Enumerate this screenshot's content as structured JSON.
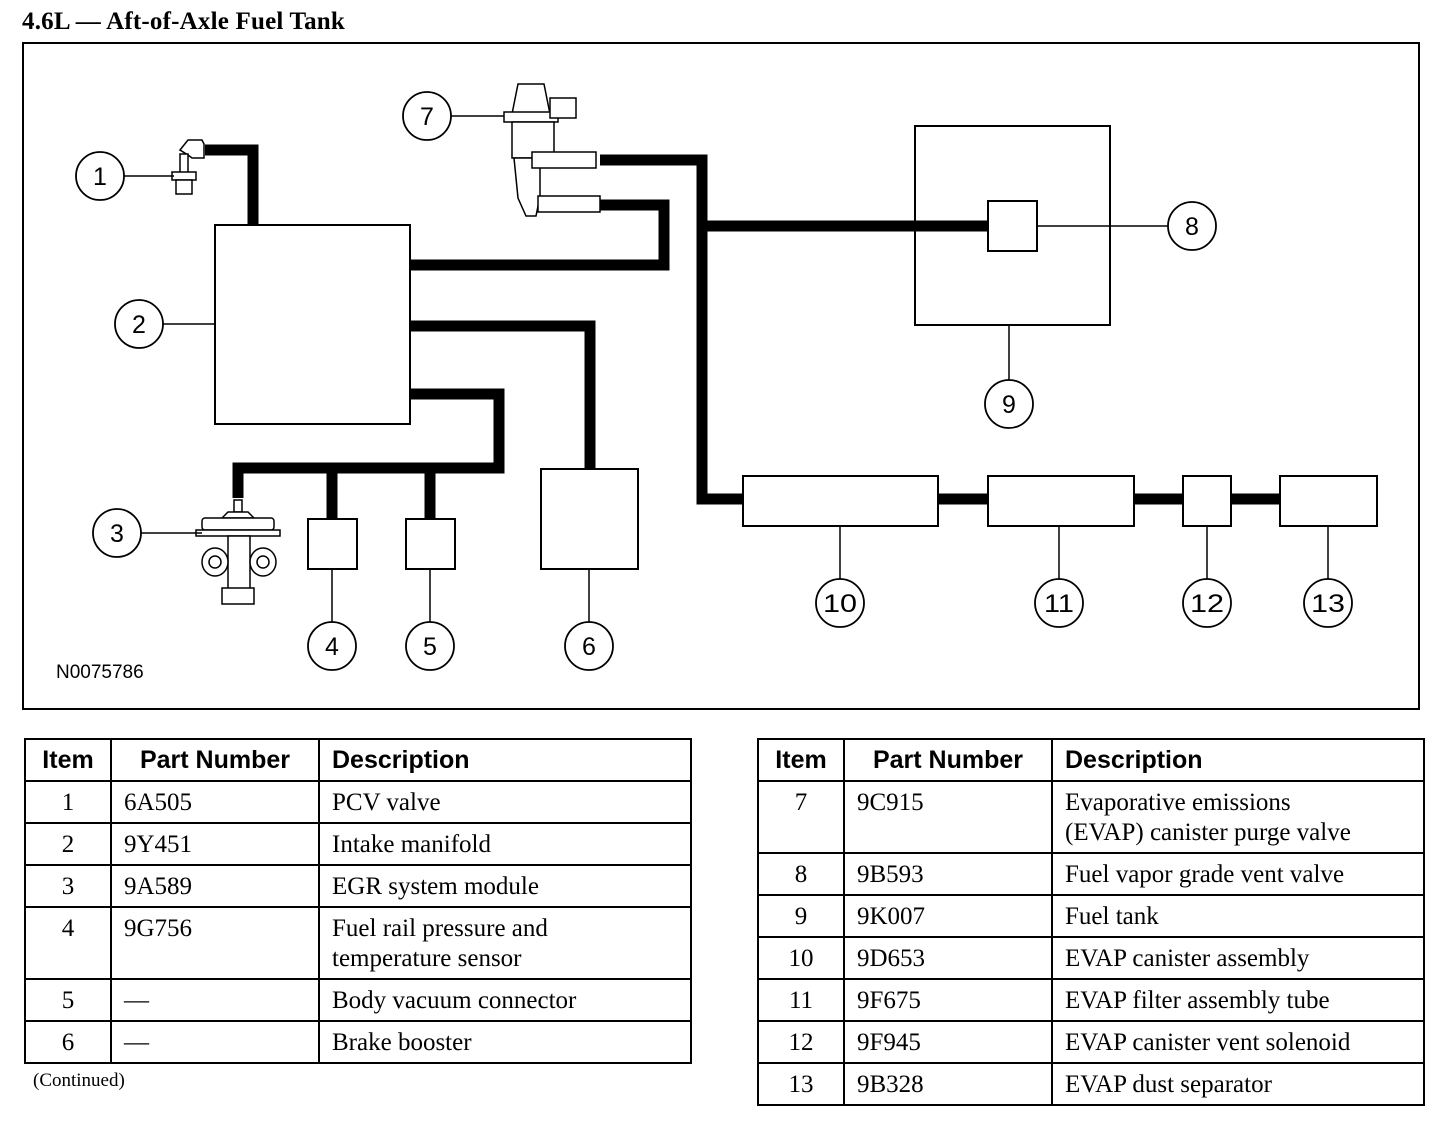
{
  "title": "4.6L — Aft-of-Axle Fuel Tank",
  "diagram": {
    "figure_id": "N0075786",
    "callouts": [
      "1",
      "2",
      "3",
      "4",
      "5",
      "6",
      "7",
      "8",
      "9",
      "10",
      "11",
      "12",
      "13"
    ]
  },
  "tables": {
    "headers": {
      "item": "Item",
      "part_number": "Part Number",
      "description": "Description"
    },
    "left": [
      {
        "item": "1",
        "part_number": "6A505",
        "description": [
          "PCV valve"
        ]
      },
      {
        "item": "2",
        "part_number": "9Y451",
        "description": [
          "Intake manifold"
        ]
      },
      {
        "item": "3",
        "part_number": "9A589",
        "description": [
          "EGR system module"
        ]
      },
      {
        "item": "4",
        "part_number": "9G756",
        "description": [
          "Fuel rail pressure and",
          "temperature sensor"
        ]
      },
      {
        "item": "5",
        "part_number": "—",
        "description": [
          "Body vacuum connector"
        ]
      },
      {
        "item": "6",
        "part_number": "—",
        "description": [
          "Brake booster"
        ]
      }
    ],
    "right": [
      {
        "item": "7",
        "part_number": "9C915",
        "description": [
          "Evaporative emissions",
          "(EVAP) canister purge valve"
        ]
      },
      {
        "item": "8",
        "part_number": "9B593",
        "description": [
          "Fuel vapor grade vent valve"
        ]
      },
      {
        "item": "9",
        "part_number": "9K007",
        "description": [
          "Fuel tank"
        ]
      },
      {
        "item": "10",
        "part_number": "9D653",
        "description": [
          "EVAP canister assembly"
        ]
      },
      {
        "item": "11",
        "part_number": "9F675",
        "description": [
          "EVAP filter assembly tube"
        ]
      },
      {
        "item": "12",
        "part_number": "9F945",
        "description": [
          "EVAP canister vent solenoid"
        ]
      },
      {
        "item": "13",
        "part_number": "9B328",
        "description": [
          "EVAP dust separator"
        ]
      }
    ],
    "continued_note": "(Continued)"
  }
}
